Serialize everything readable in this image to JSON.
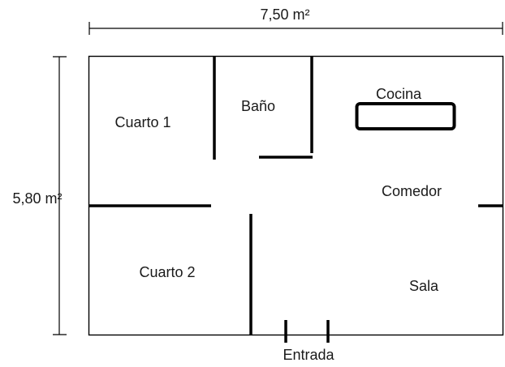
{
  "dimensions": {
    "width_label": "7,50 m²",
    "height_label": "5,80 m²"
  },
  "rooms": {
    "cuarto1": "Cuarto 1",
    "bano": "Baño",
    "cocina": "Cocina",
    "comedor": "Comedor",
    "cuarto2": "Cuarto 2",
    "sala": "Sala"
  },
  "entrance": "Entrada"
}
